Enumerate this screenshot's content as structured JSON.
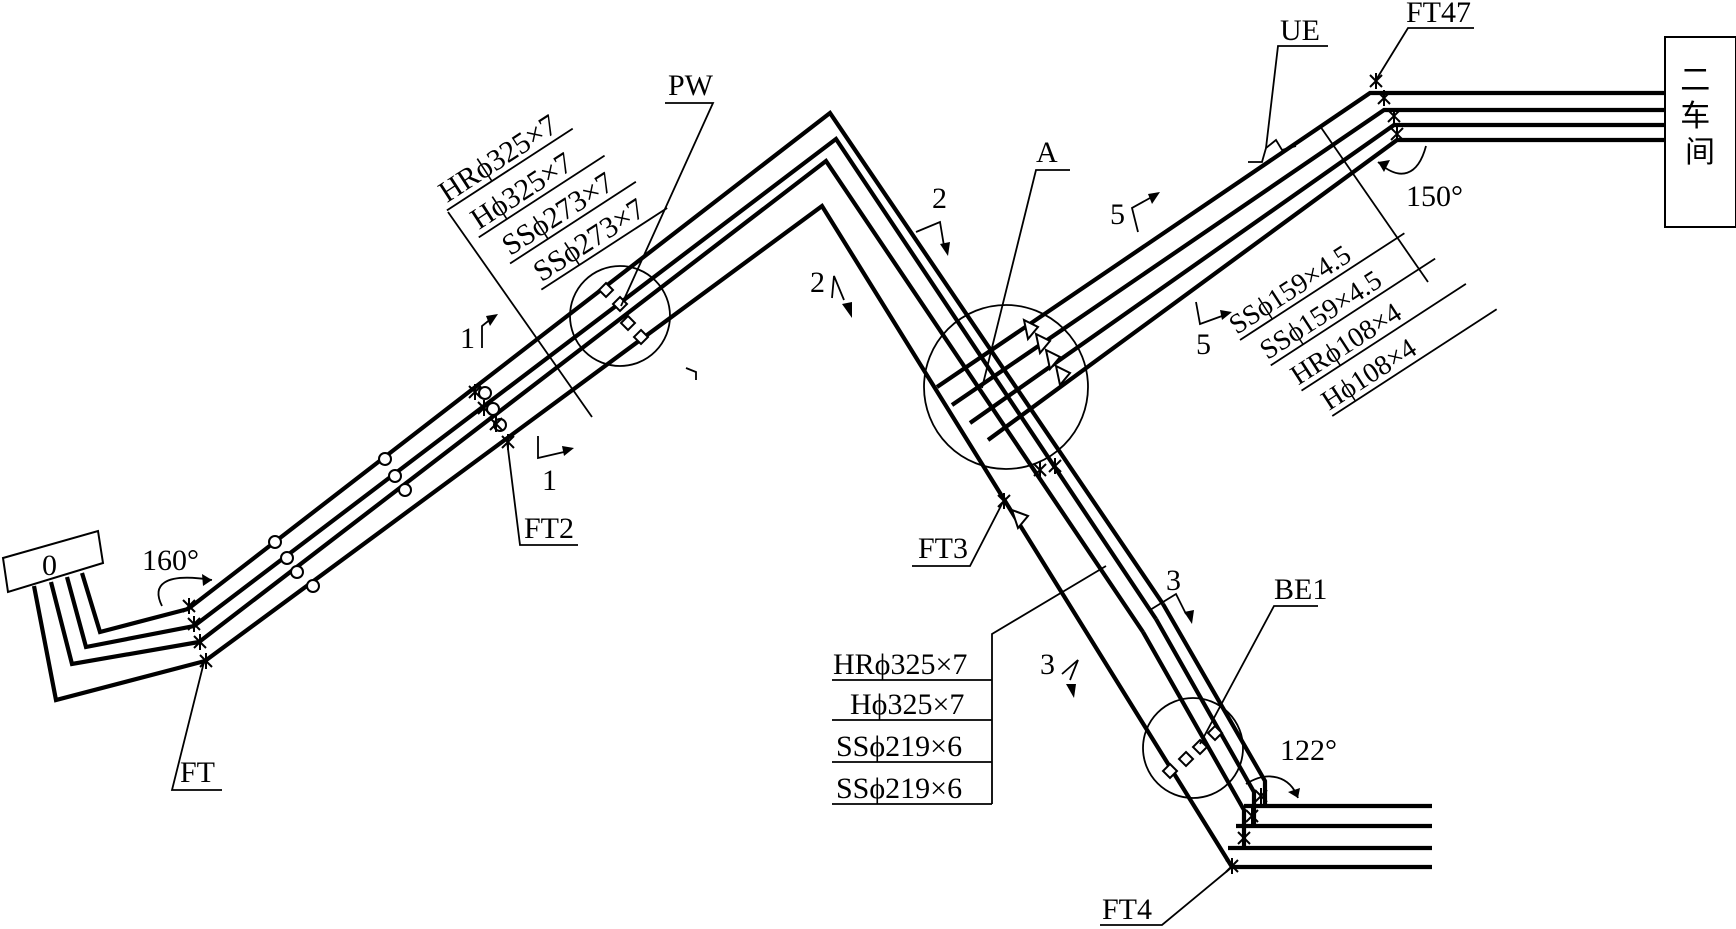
{
  "source_box": {
    "label": "0"
  },
  "workshop_box": {
    "label": "二车间"
  },
  "angles": {
    "bend_source": "160°",
    "bend_workshop": "150°",
    "bend_be1": "122°"
  },
  "callouts": {
    "ft": "FT",
    "ft2": "FT2",
    "ft3": "FT3",
    "ft4": "FT4",
    "ft47": "FT47",
    "pw": "PW",
    "ue": "UE",
    "a": "A",
    "be1": "BE1"
  },
  "sections": {
    "s1_top": "1",
    "s1_bottom": "1",
    "s2_top": "2",
    "s2_bottom": "2",
    "s3_top": "3",
    "s3_bottom": "3",
    "s5_top": "5",
    "s5_bottom": "5"
  },
  "pipe_specs": {
    "segment1": [
      "HRϕ325×7",
      "Hϕ325×7",
      "SSϕ273×7",
      "SSϕ273×7"
    ],
    "segment2": [
      "HRϕ325×7",
      "Hϕ325×7",
      "SSϕ219×6",
      "SSϕ219×6"
    ],
    "branch": [
      "SSϕ159×4.5",
      "SSϕ159×4.5",
      "HRϕ108×4",
      "Hϕ108×4"
    ]
  }
}
